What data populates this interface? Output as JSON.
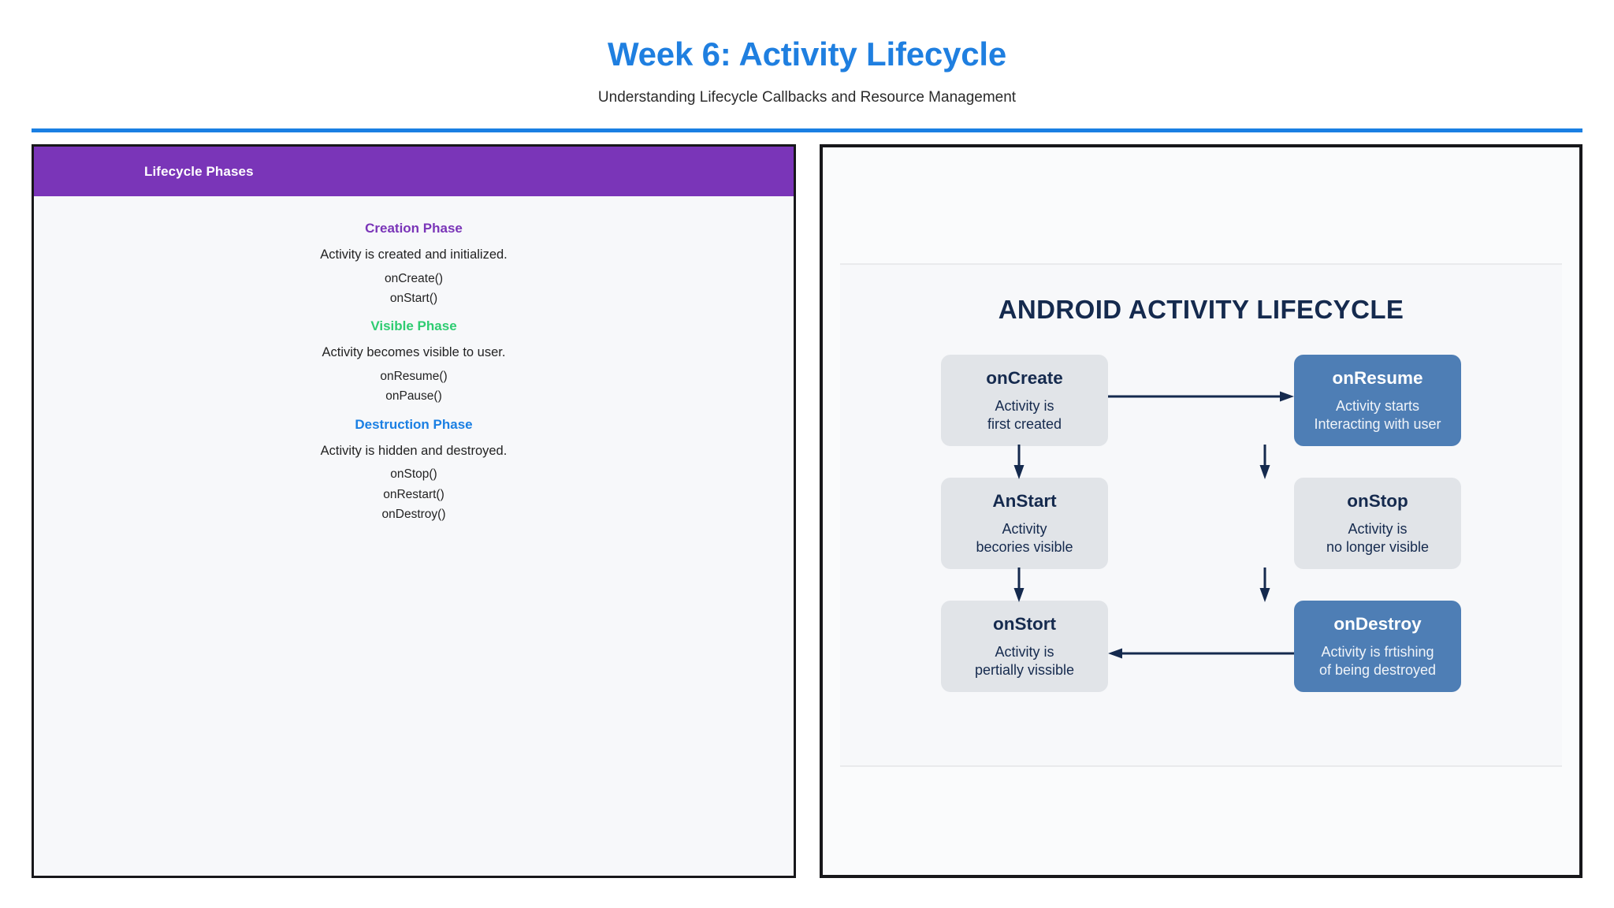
{
  "header": {
    "title": "Week 6: Activity Lifecycle",
    "subtitle": "Understanding Lifecycle Callbacks and Resource Management",
    "accent_color": "#1a7fe3"
  },
  "left_panel": {
    "header_title": "Lifecycle Phases",
    "header_color": "#7a35b8",
    "phases": [
      {
        "title": "Creation Phase",
        "color": "#7a35b8",
        "description": "Activity is created and initialized.",
        "callbacks": [
          "onCreate()",
          "onStart()"
        ]
      },
      {
        "title": "Visible Phase",
        "color": "#2ecc71",
        "description": "Activity becomes visible to user.",
        "callbacks": [
          "onResume()",
          "onPause()"
        ]
      },
      {
        "title": "Destruction Phase",
        "color": "#1a7fe3",
        "description": "Activity is hidden and destroyed.",
        "callbacks": [
          "onStop()",
          "onRestart()",
          "onDestroy()"
        ]
      }
    ]
  },
  "right_panel": {
    "diagram_title": "ANDROID ACTIVITY LIFECYCLE",
    "title_color": "#152a4e",
    "node_light_color": "#e1e4e8",
    "node_blue_color": "#4e7eb5",
    "arrow_color": "#152a4e",
    "nodes": {
      "on_create": {
        "title": "onCreate",
        "line1": "Activity is",
        "line2": "first created"
      },
      "on_resume": {
        "title": "onResume",
        "line1": "Activity starts",
        "line2": "Interacting with user"
      },
      "an_start": {
        "title": "AnStart",
        "line1": "Activity",
        "line2": "becories visible"
      },
      "on_stop": {
        "title": "onStop",
        "line1": "Activity is",
        "line2": "no longer visible"
      },
      "on_stort": {
        "title": "onStort",
        "line1": "Activity is",
        "line2": "pertially vissible"
      },
      "on_destroy": {
        "title": "onDestroy",
        "line1": "Activity is frtishing",
        "line2": "of being destroyed"
      }
    }
  }
}
